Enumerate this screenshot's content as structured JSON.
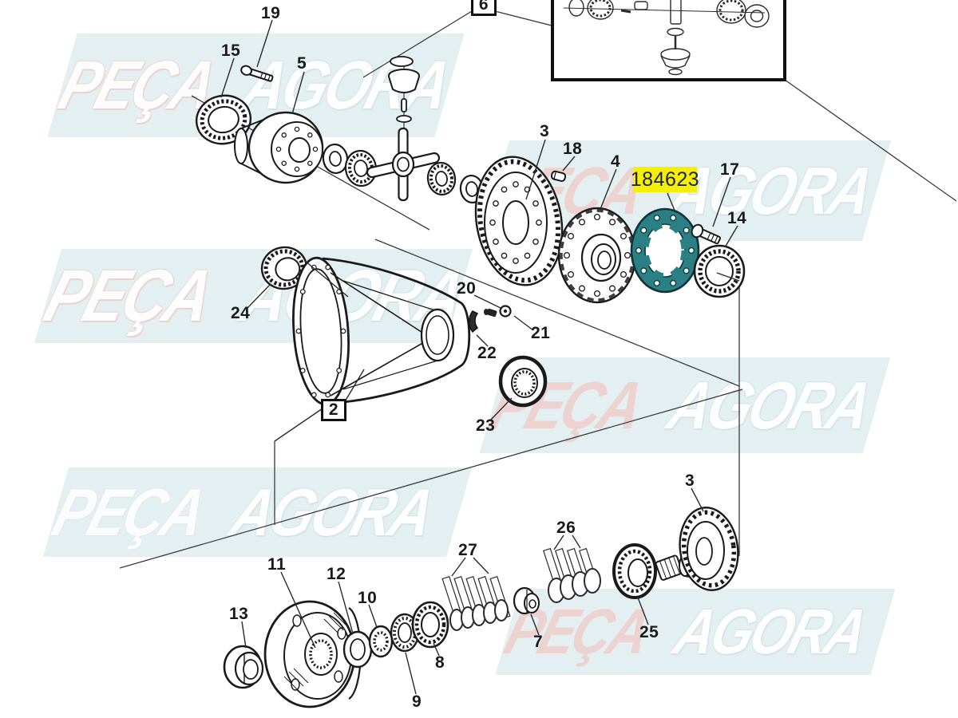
{
  "watermark": {
    "word_left": "PEÇA",
    "word_right": "AGORA",
    "band_color": "#d5e7e9"
  },
  "highlight": {
    "part_number": "184623",
    "background_color": "#f7ef00",
    "text_color": "#1a2340",
    "part_fill_color": "#2a8084"
  },
  "callouts": {
    "plain": [
      {
        "text": "19"
      },
      {
        "text": "15"
      },
      {
        "text": "5"
      },
      {
        "text": "3"
      },
      {
        "text": "18"
      },
      {
        "text": "4"
      },
      {
        "text": "17"
      },
      {
        "text": "14"
      },
      {
        "text": "24"
      },
      {
        "text": "20"
      },
      {
        "text": "21"
      },
      {
        "text": "22"
      },
      {
        "text": "23"
      },
      {
        "text": "3"
      },
      {
        "text": "26"
      },
      {
        "text": "27"
      },
      {
        "text": "25"
      },
      {
        "text": "7"
      },
      {
        "text": "8"
      },
      {
        "text": "9"
      },
      {
        "text": "10"
      },
      {
        "text": "12"
      },
      {
        "text": "11"
      },
      {
        "text": "13"
      }
    ],
    "boxed": [
      {
        "text": "6"
      },
      {
        "text": "2"
      }
    ]
  }
}
